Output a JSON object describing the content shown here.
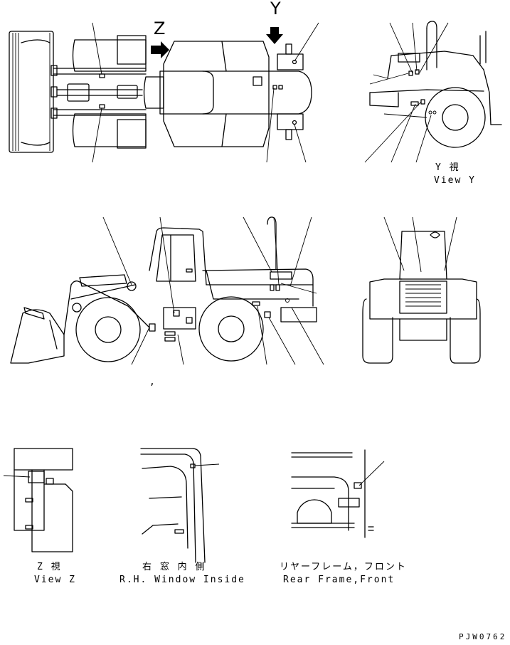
{
  "markers": {
    "z": "Z",
    "y": "Y"
  },
  "views": {
    "y": {
      "jp": "Y 視",
      "en": "View Y"
    },
    "z": {
      "jp": "Z 視",
      "en": "View Z"
    },
    "window": {
      "jp": "右 窓 内 側",
      "en": "R.H. Window Inside"
    },
    "rear_frame": {
      "jp": "リヤーフレーム，フロント",
      "en": "Rear Frame,Front"
    }
  },
  "stray_mark": ",",
  "drawing_number": "PJW0762",
  "icons": [
    "arrow-right-icon",
    "arrow-down-icon"
  ]
}
